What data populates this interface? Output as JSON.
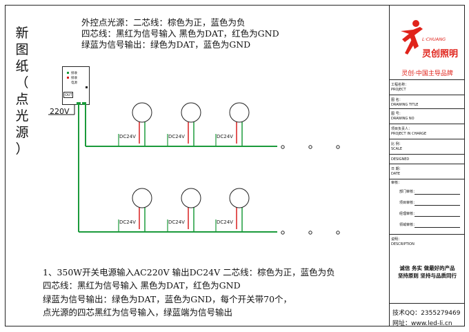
{
  "title_vertical": [
    "新",
    "图",
    "纸",
    "（",
    "点",
    "光",
    "源",
    "）"
  ],
  "top_notes": [
    "外控点光源：二芯线：棕色为正，蓝色为负",
    "四芯线：黑红为信号输入  黑色为DAT，红色为GND",
    "绿蓝为信号输出：绿色为DAT，蓝色为GND"
  ],
  "bottom_notes": [
    "1、350W开关电源输入AC220V       输出DC24V         二芯线：棕色为正，蓝色为负",
    "四芯线：黑红为信号输入  黑色为DAT，红色为GND",
    "绿蓝为信号输出：绿色为DAT，蓝色为GND，每个开关带70个，",
    "点光源的四芯黑红为信号输入，绿蓝端为信号输出"
  ],
  "controller": {
    "label_out": "OUT",
    "label_a": "接收",
    "label_b": "接收",
    "label_c": "电源",
    "input_voltage": "220V"
  },
  "lamp_label": "DC24V",
  "colors": {
    "wire_green": "#1a9a3a",
    "wire_red": "#d81e1e",
    "brand_red": "#e0231b"
  },
  "title_block": {
    "logo_en": "L·CHUANG",
    "logo_cn": "灵创照明",
    "slogan": "灵创·中国主导品牌",
    "rows": [
      {
        "cn": "工程名称：",
        "en": "PROJECT"
      },
      {
        "cn": "图 名：",
        "en": "DRAWING TITLE"
      },
      {
        "cn": "图 号：",
        "en": "DRAWING NO"
      },
      {
        "cn": "项目负责人：",
        "en": "PROJECT IN CHARGE"
      },
      {
        "cn": "比 例：",
        "en": "SCALE"
      },
      {
        "cn": "",
        "en": "DESIGNED"
      },
      {
        "cn": "日 期：",
        "en": "DATE"
      },
      {
        "cn": "审核：",
        "en": ""
      }
    ],
    "approvals": [
      "部门审核：",
      "项目审核：",
      "经理审核：",
      "领域审核："
    ],
    "description": {
      "cn": "说明：",
      "en": "DESCRIPTION"
    },
    "motto_1": "诚信  务实  做最好的产品",
    "motto_2": "坚持原则  坚持与品质同行",
    "qq": "技术QQ：2355279469",
    "website": "网址：www.led-li.cn"
  }
}
